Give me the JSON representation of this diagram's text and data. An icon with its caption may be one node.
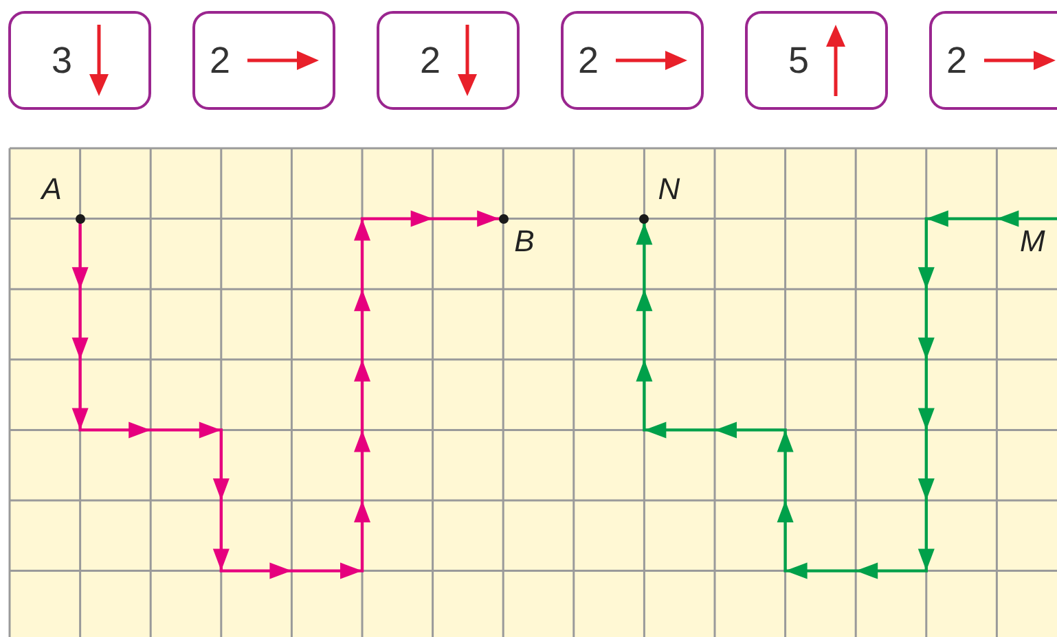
{
  "diagram": {
    "nodes": [
      {
        "text": [
          "3"
        ]
      },
      {
        "text": [
          "2"
        ]
      },
      {
        "text": [
          "2"
        ]
      },
      {
        "text": [
          "2"
        ]
      },
      {
        "text": [
          "5"
        ]
      },
      {
        "text": [
          "2"
        ]
      },
      {
        "text": [],
        "shape": "circle",
        "beside": [
          "A"
        ]
      },
      {
        "text": [],
        "shape": "circle",
        "beside": [
          "B"
        ]
      },
      {
        "text": [],
        "shape": "circle",
        "beside": [
          "N"
        ]
      }
    ],
    "edges": [
      {
        "from": 6,
        "to": 7,
        "arrow": "to",
        "color": "#e6007e"
      },
      {
        "from": null,
        "to": 8,
        "arrow": "to",
        "color": "#00a04a"
      }
    ],
    "labels": [
      "M"
    ]
  }
}
